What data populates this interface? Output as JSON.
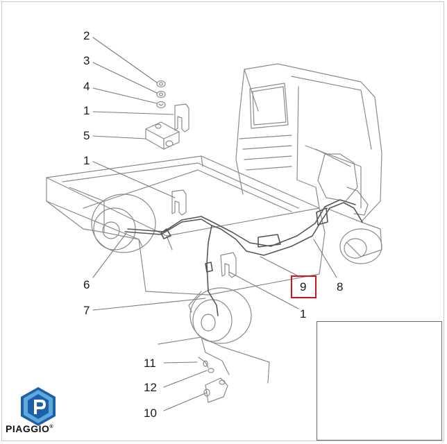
{
  "diagram": {
    "callouts": {
      "c2": "2",
      "c3": "3",
      "c4": "4",
      "c1a": "1",
      "c5": "5",
      "c1b": "1",
      "c6": "6",
      "c9": "9",
      "c8": "8",
      "c7": "7",
      "c1c": "1",
      "c11": "11",
      "c12": "12",
      "c10": "10"
    },
    "highlighted_callout": "9",
    "highlight_color": "#d0141b",
    "line_color": "#7a7a7a"
  },
  "branding": {
    "logo_text": "PIAGGIO",
    "registered_mark": "®",
    "logo_colors": [
      "#1d5fa8",
      "#5fa8dc"
    ]
  }
}
